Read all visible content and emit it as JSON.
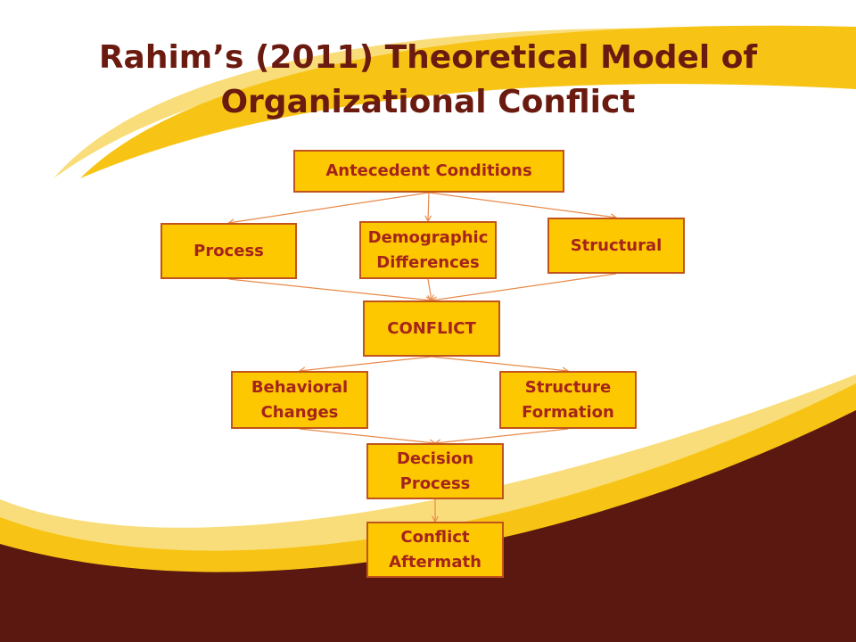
{
  "title": {
    "line1": "Rahim’s (2011) Theoretical Model of",
    "line2": "Organizational Conflict"
  },
  "colors": {
    "title": "#6b1a10",
    "node_fill": "#fdc800",
    "node_border": "#c0541c",
    "node_text": "#a4241c",
    "connector": "#e88a4a",
    "swoosh_gold": "#f7c415",
    "swoosh_light": "#f9dd7a",
    "footer_maroon": "#5a1810"
  },
  "nodes": {
    "antecedent": {
      "lines": [
        "Antecedent Conditions"
      ]
    },
    "process": {
      "lines": [
        "Process"
      ]
    },
    "demographic": {
      "lines": [
        "Demographic",
        "Differences"
      ]
    },
    "structural": {
      "lines": [
        "Structural"
      ]
    },
    "conflict": {
      "lines": [
        "CONFLICT"
      ]
    },
    "behavioral": {
      "lines": [
        "Behavioral",
        "Changes"
      ]
    },
    "structure": {
      "lines": [
        "Structure",
        "Formation"
      ]
    },
    "decision": {
      "lines": [
        "Decision",
        "Process"
      ]
    },
    "aftermath": {
      "lines": [
        "Conflict",
        "Aftermath"
      ]
    }
  },
  "edges": [
    {
      "from": "antecedent",
      "to": "process"
    },
    {
      "from": "antecedent",
      "to": "demographic"
    },
    {
      "from": "antecedent",
      "to": "structural"
    },
    {
      "from": "process",
      "to": "conflict"
    },
    {
      "from": "demographic",
      "to": "conflict"
    },
    {
      "from": "structural",
      "to": "conflict"
    },
    {
      "from": "conflict",
      "to": "behavioral"
    },
    {
      "from": "conflict",
      "to": "structure"
    },
    {
      "from": "behavioral",
      "to": "decision"
    },
    {
      "from": "structure",
      "to": "decision"
    },
    {
      "from": "decision",
      "to": "aftermath"
    }
  ]
}
